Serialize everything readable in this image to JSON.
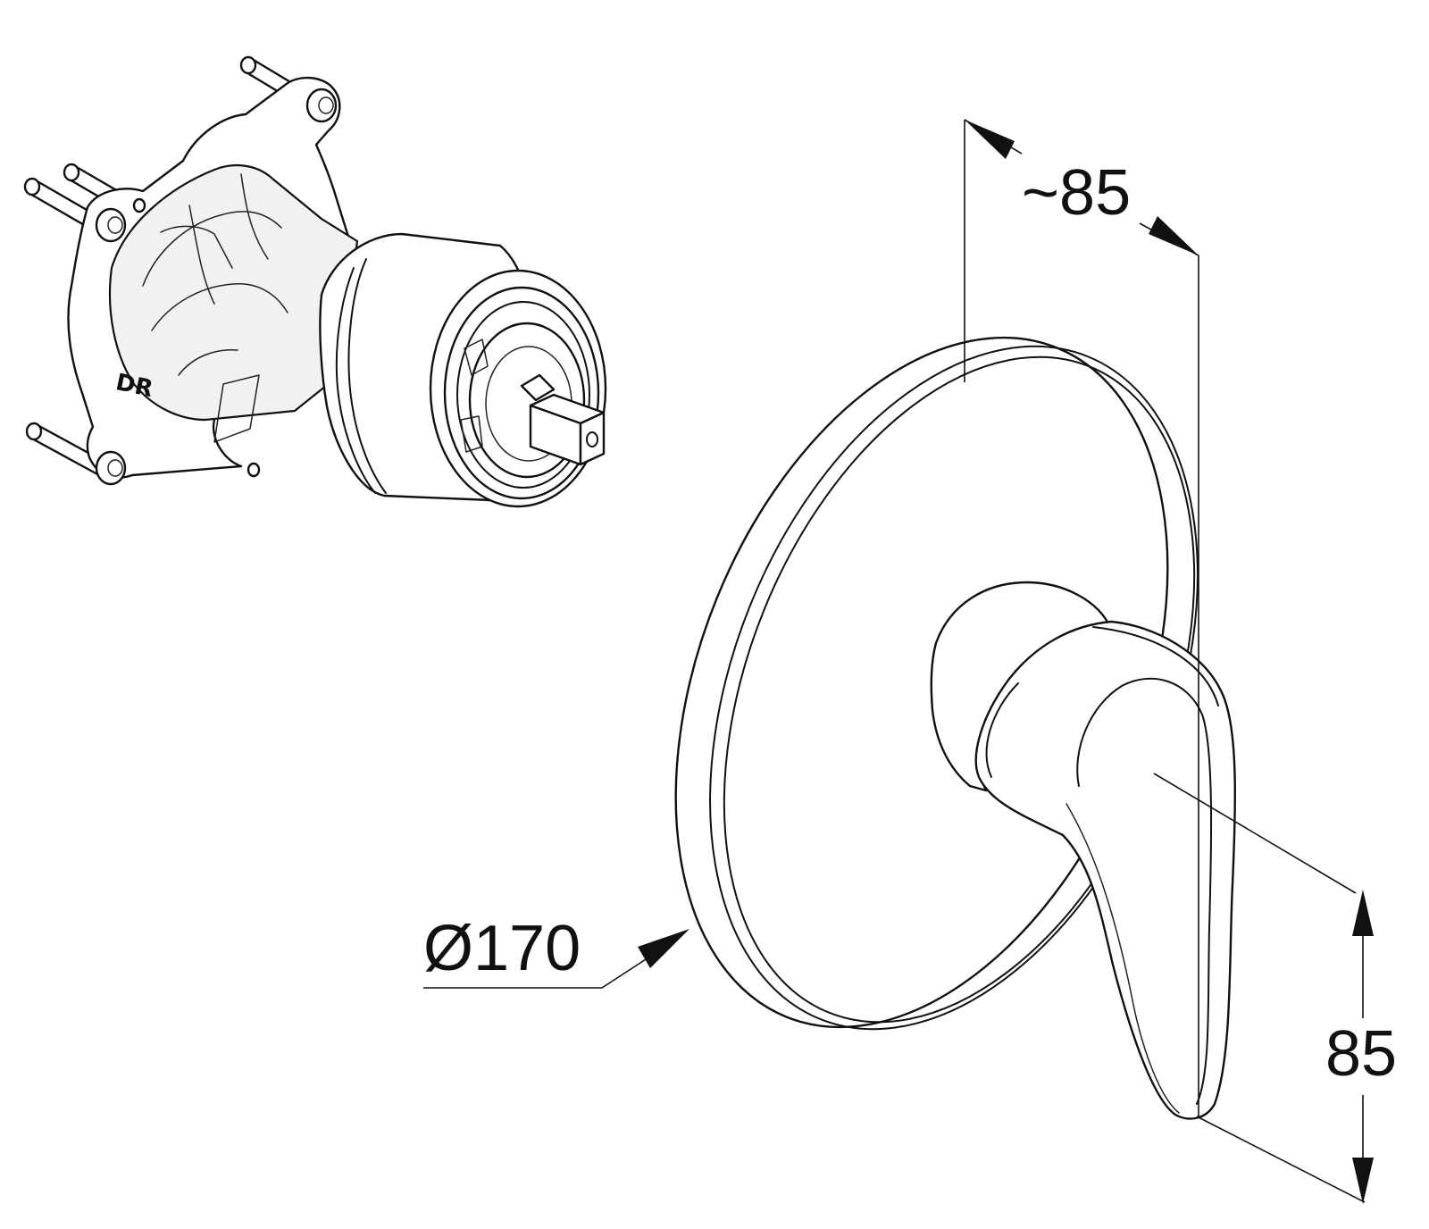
{
  "dimensions": {
    "depth_label": "~85",
    "diameter_label": "Ø170",
    "handle_height_label": "85"
  },
  "body_marking": "DR"
}
